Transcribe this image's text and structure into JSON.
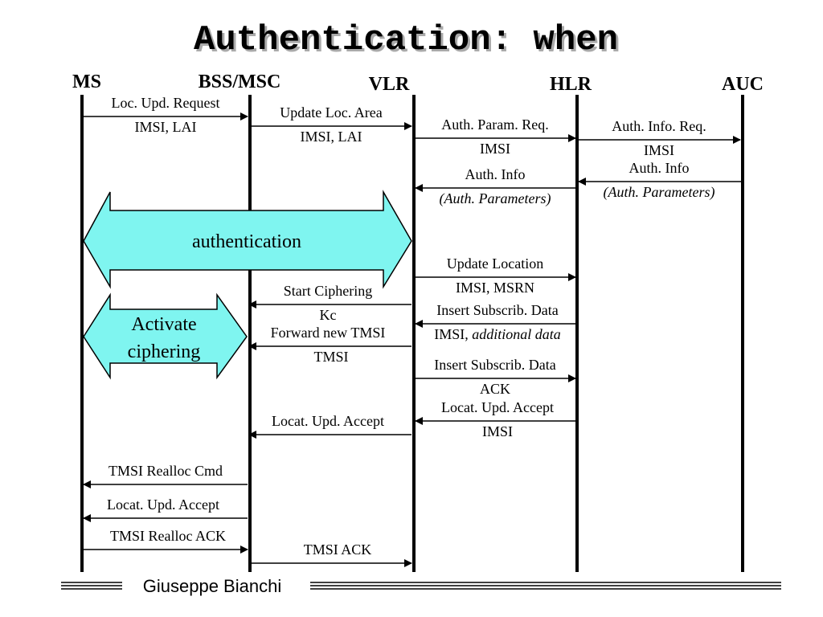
{
  "title": "Authentication: when",
  "entities": {
    "ms": "MS",
    "bss": "BSS/MSC",
    "vlr": "VLR",
    "hlr": "HLR",
    "auc": "AUC"
  },
  "messages": {
    "m1": "Loc. Upd. Request",
    "m1p": "IMSI, LAI",
    "m2": "Update Loc. Area",
    "m2p": "IMSI, LAI",
    "m3": "Auth. Param. Req.",
    "m3p": "IMSI",
    "m4": "Auth. Info. Req.",
    "m4p": "IMSI",
    "m5": "Auth. Info",
    "m5p": "(Auth. Parameters)",
    "m6": "Auth. Info",
    "m6p": "(Auth. Parameters)",
    "m7": "Update Location",
    "m7p": "IMSI, MSRN",
    "m8": "Start Ciphering",
    "m8p": "Kc",
    "m9": "Insert Subscrib. Data",
    "m9p_prefix": "IMSI, ",
    "m9p_italic": "additional data",
    "m10": "Forward new TMSI",
    "m10p": "TMSI",
    "m11": "Insert Subscrib. Data",
    "m11p": "ACK",
    "m12": "Locat. Upd. Accept",
    "m12p": "IMSI",
    "m13": "Locat. Upd. Accept",
    "m14": "TMSI Realloc Cmd",
    "m15": "Locat. Upd. Accept",
    "m16": "TMSI Realloc ACK",
    "m17": "TMSI ACK"
  },
  "blocks": {
    "authentication": "authentication",
    "activate_line1": "Activate",
    "activate_line2": "ciphering"
  },
  "footer": {
    "author": "Giuseppe Bianchi"
  },
  "colors": {
    "block_fill": "#7FF5F0",
    "line": "#000000",
    "background": "#FFFFFF"
  }
}
